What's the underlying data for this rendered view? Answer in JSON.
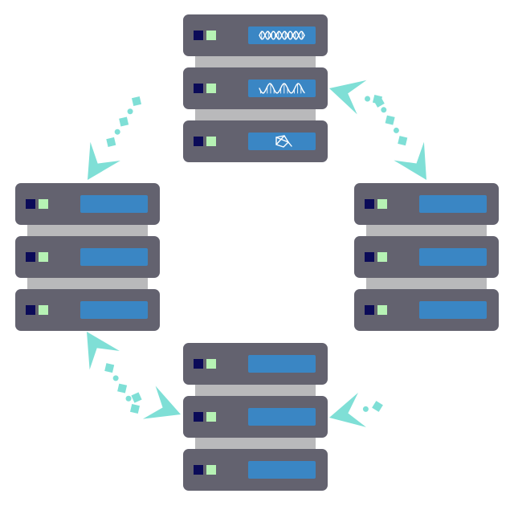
{
  "colors": {
    "background": "#ffffff",
    "unit_body": "#63626f",
    "unit_connector": "#b9b9bb",
    "led_dark": "#0b0b58",
    "led_light": "#b6f2b4",
    "panel_blue": "#3a86c4",
    "panel_glyph": "#ffffff",
    "arrow": "#7fdfd6"
  },
  "servers": [
    {
      "id": "top",
      "units": [
        {
          "panel_icon": "dna-helix-icon"
        },
        {
          "panel_icon": "dna-strand-icon"
        },
        {
          "panel_icon": "molecule-icon"
        }
      ]
    },
    {
      "id": "left",
      "units": [
        {
          "panel_icon": ""
        },
        {
          "panel_icon": ""
        },
        {
          "panel_icon": ""
        }
      ]
    },
    {
      "id": "right",
      "units": [
        {
          "panel_icon": ""
        },
        {
          "panel_icon": ""
        },
        {
          "panel_icon": ""
        }
      ]
    },
    {
      "id": "bottom",
      "units": [
        {
          "panel_icon": ""
        },
        {
          "panel_icon": ""
        },
        {
          "panel_icon": ""
        }
      ]
    }
  ],
  "flows": [
    {
      "from": "top",
      "to": "left"
    },
    {
      "from": "right",
      "to": "top"
    },
    {
      "from": "top",
      "to": "right"
    },
    {
      "from": "bottom",
      "to": "left"
    },
    {
      "from": "left",
      "to": "bottom"
    },
    {
      "from": "right",
      "to": "bottom"
    }
  ]
}
